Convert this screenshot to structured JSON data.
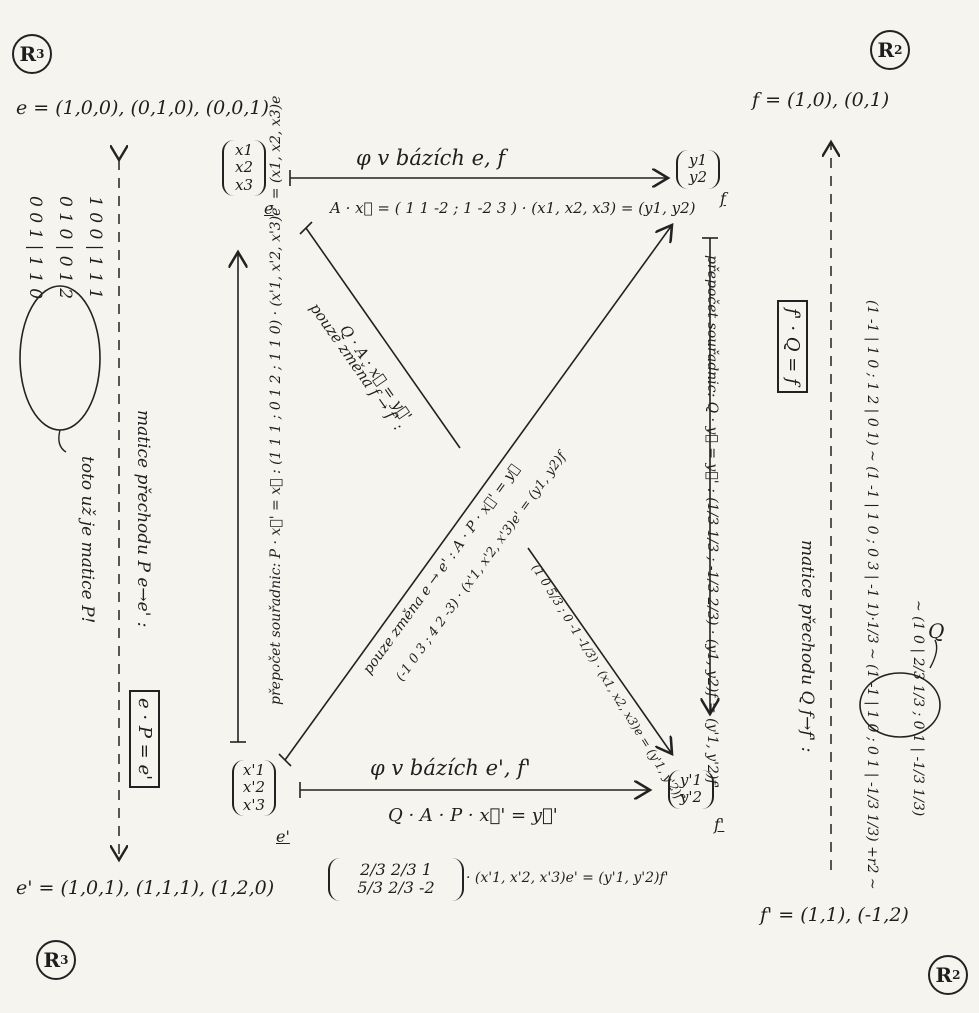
{
  "corners": {
    "top_left_space": "R",
    "top_left_power": "3",
    "top_right_space": "R",
    "top_right_power": "2",
    "bottom_left_space": "R",
    "bottom_left_power": "3",
    "bottom_right_space": "R",
    "bottom_right_power": "2"
  },
  "bases": {
    "e": "e = (1,0,0), (0,1,0), (0,0,1)",
    "f": "f = (1,0), (0,1)",
    "e_prime": "e' = (1,0,1), (1,1,1), (1,2,0)",
    "f_prime": "f' = (1,1), (-1,2)"
  },
  "nodes": {
    "x_e": [
      "x1",
      "x2",
      "x3"
    ],
    "x_e_sub": "e",
    "y_f": [
      "y1",
      "y2"
    ],
    "y_f_sub": "f",
    "x_e_prime": [
      "x'1",
      "x'2",
      "x'3"
    ],
    "x_e_prime_sub": "e'",
    "y_f_prime": [
      "y'1",
      "y'2"
    ],
    "y_f_prime_sub": "f'"
  },
  "top_arrow": {
    "label": "φ v bázích e, f",
    "equation": "A · x⃗ = ( 1  1  -2 ; 1  -2  3 ) · (x1, x2, x3) = (y1, y2)"
  },
  "bottom_arrow": {
    "label": "φ v bázích e', f'",
    "equation": "Q · A · P · x⃗' = y⃗'",
    "matrix_row1": "2/3   2/3   1",
    "matrix_row2": "5/3   2/3   -2",
    "rhs": "· (x'1, x'2, x'3)e' = (y'1, y'2)f'"
  },
  "left_vertical": "přepočet souřadnic: P · x⃗' = x⃗ : (1 1 1 ; 0 1 2 ; 1 1 0) · (x'1, x'2, x'3)e' = (x1, x2, x3)e",
  "right_vertical": "přepočet souřadnic: Q · y⃗ = y⃗' : (1/3  1/3 ; -1/3  2/3) · (y1, y2)f = (y'1, y'2)f'",
  "diag_upper_left": {
    "line1": "pouze změna f → f' :",
    "line2": "Q · A · x⃗ = y⃗'"
  },
  "diag_center": {
    "line1": "pouze změna e → e' : A · P · x⃗' = y⃗",
    "line2": "(-1  0  3 ; 4  2  -3) · (x'1, x'2, x'3)e' = (y1, y2)f"
  },
  "diag_lower_right": "(1  0  5/3 ; 0  -1  -1/3) · (x1, x2, x3)e = (y'1, y'2)f'",
  "left_margin": {
    "matrix_caption": "matice přechodu P e→e' :",
    "boxed": "e · P = e'",
    "row1": "1 0 0 | 1 1 1",
    "row2": "0 1 0 | 0 1 2",
    "row3": "0 0 1 | 1 1 0",
    "note": "toto už je matice P!"
  },
  "right_margin": {
    "caption": "matice přechodu Q f→f' :",
    "boxed": "f' · Q = f",
    "steps1": "(1 -1 | 1 0 ; 1 2 | 0 1) ~ (1 -1 | 1 0 ; 0 3 | -1 1)·1/3 ~ (1 -1 | 1 0 ; 0 1 | -1/3 1/3) +r2 ~",
    "steps2": "~ (1 0 | 2/3 1/3 ; 0 1 | -1/3 1/3)",
    "q_label": "Q"
  }
}
